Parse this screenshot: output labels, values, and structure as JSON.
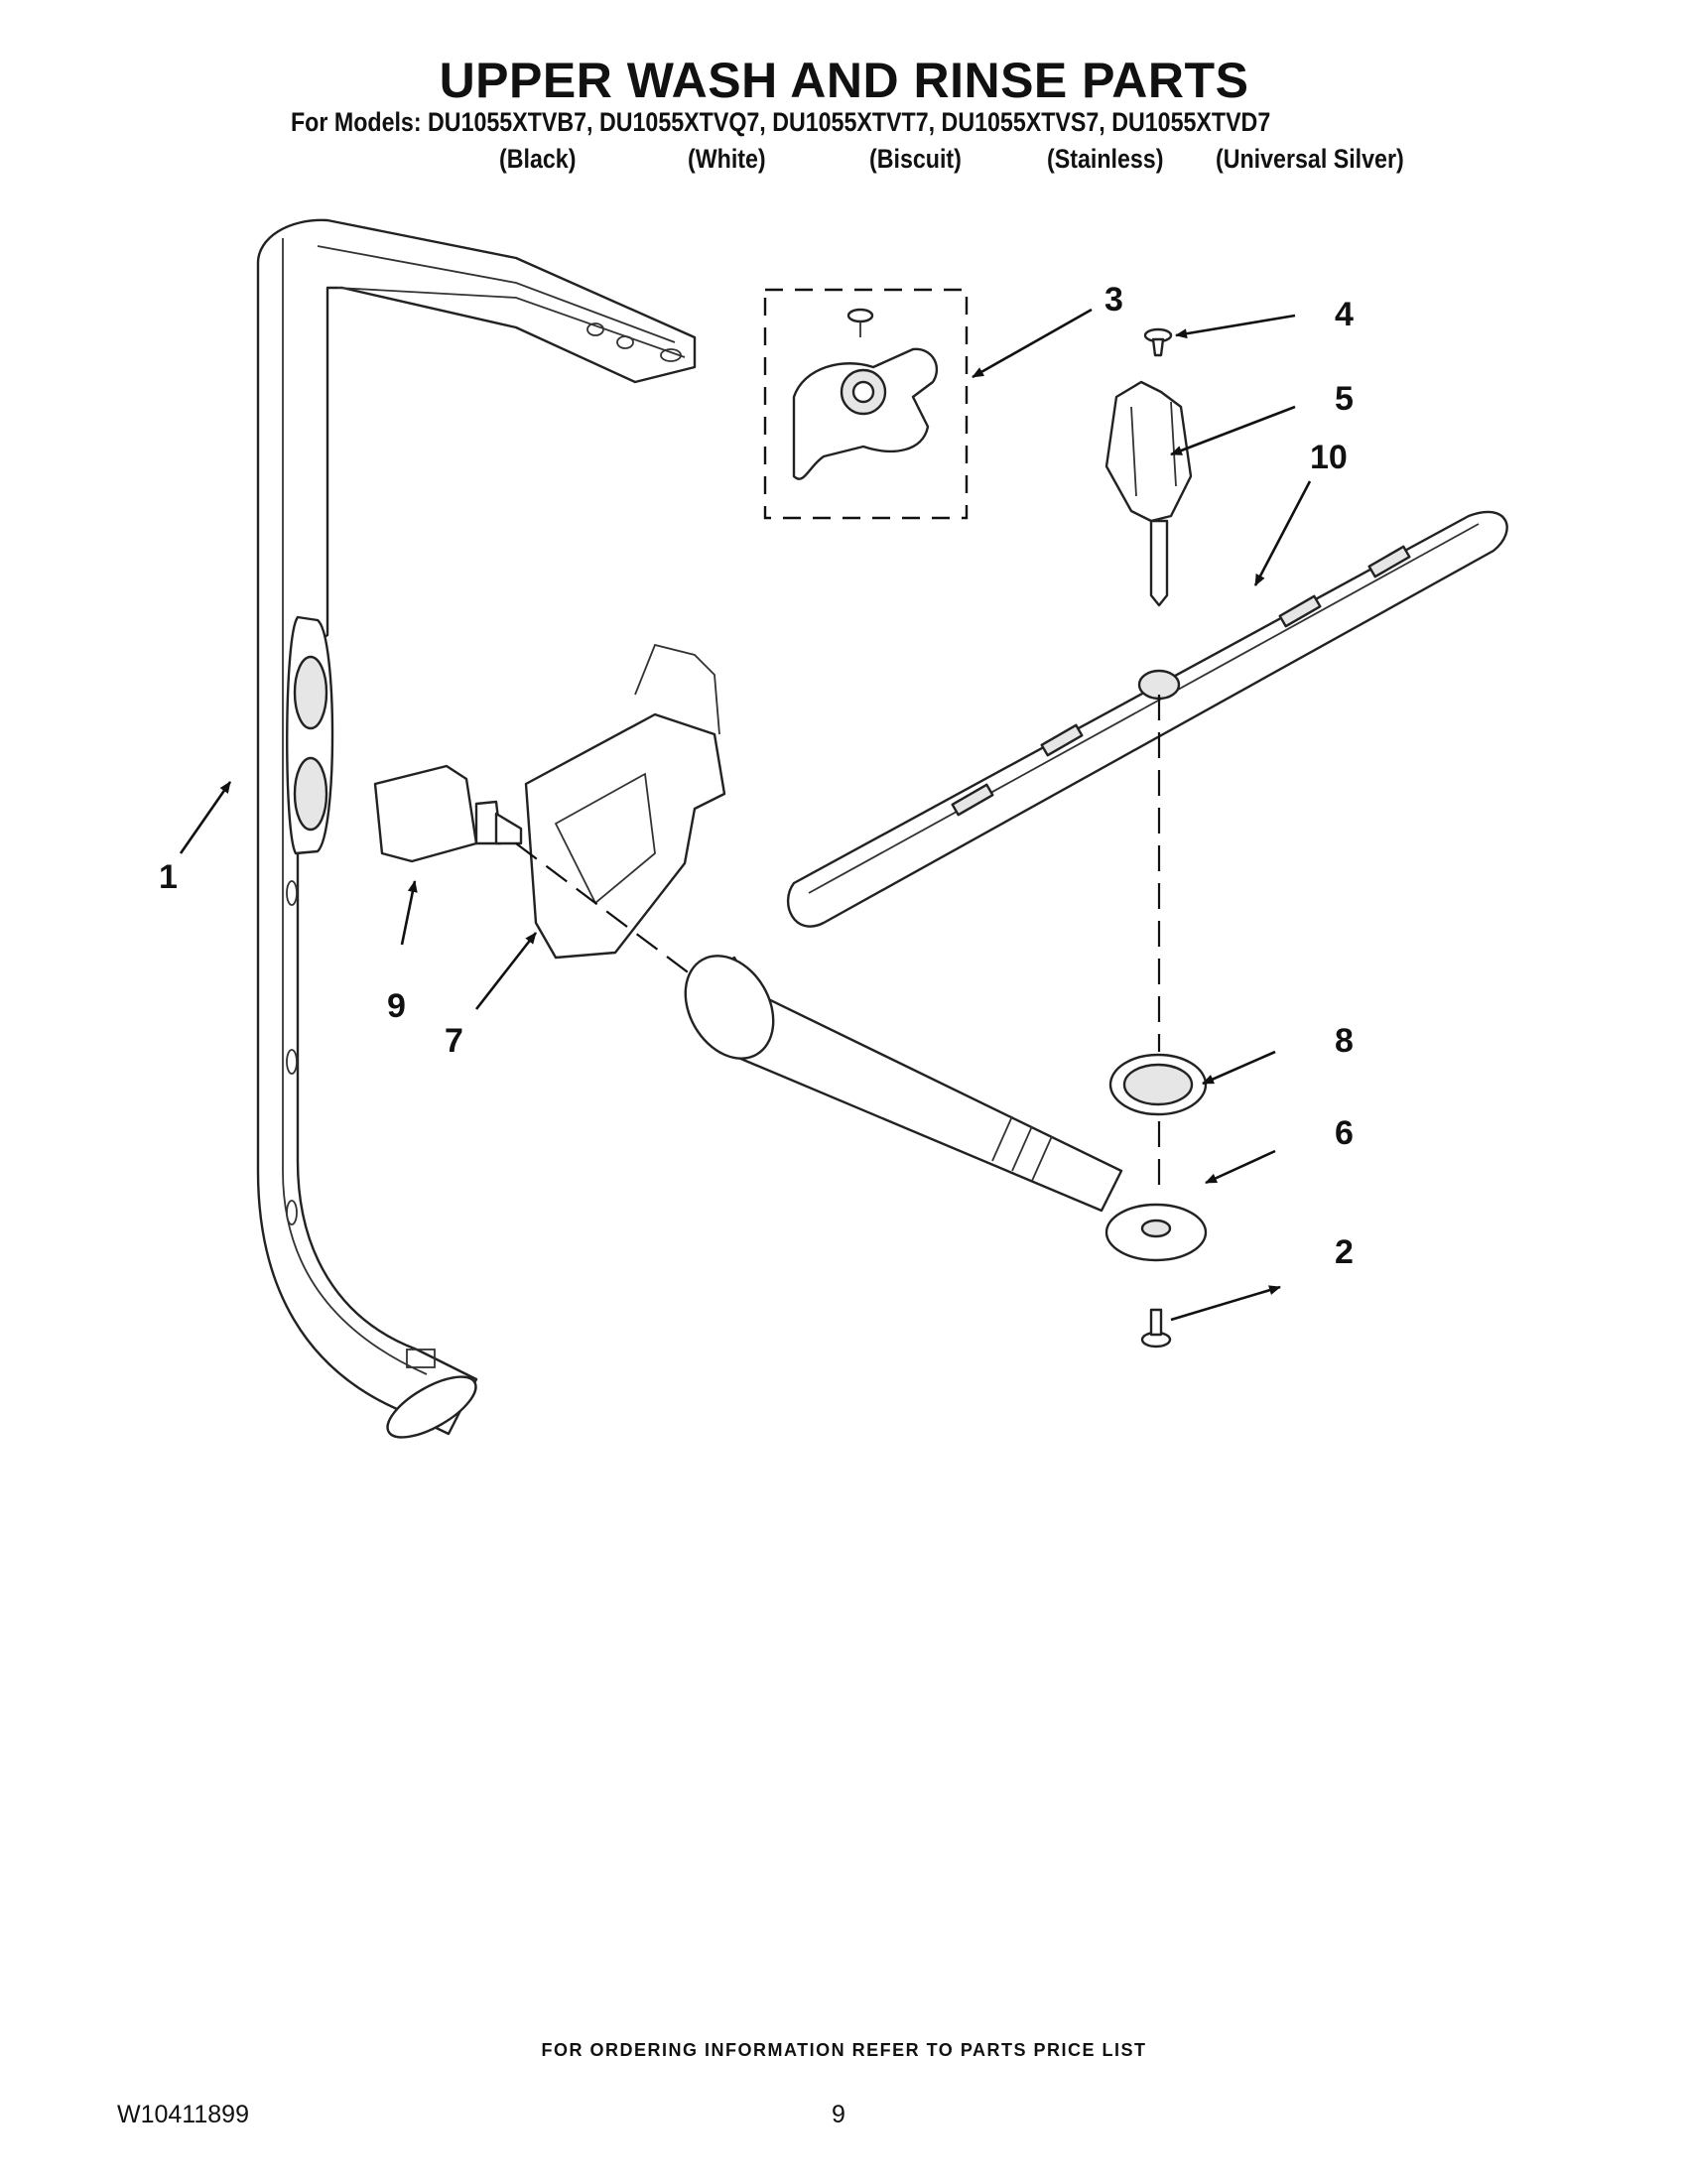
{
  "header": {
    "title": "UPPER WASH AND RINSE PARTS",
    "models_line": "For Models: DU1055XTVB7, DU1055XTVQ7, DU1055XTVT7, DU1055XTVS7, DU1055XTVD7",
    "colors": [
      "(Black)",
      "(White)",
      "(Biscuit)",
      "(Stainless)",
      "(Universal Silver)"
    ]
  },
  "callouts": [
    "1",
    "2",
    "3",
    "4",
    "5",
    "6",
    "7",
    "8",
    "9",
    "10"
  ],
  "footer": {
    "ordering_note": "FOR ORDERING INFORMATION REFER TO PARTS PRICE LIST",
    "document_number": "W10411899",
    "page_number": "9"
  }
}
